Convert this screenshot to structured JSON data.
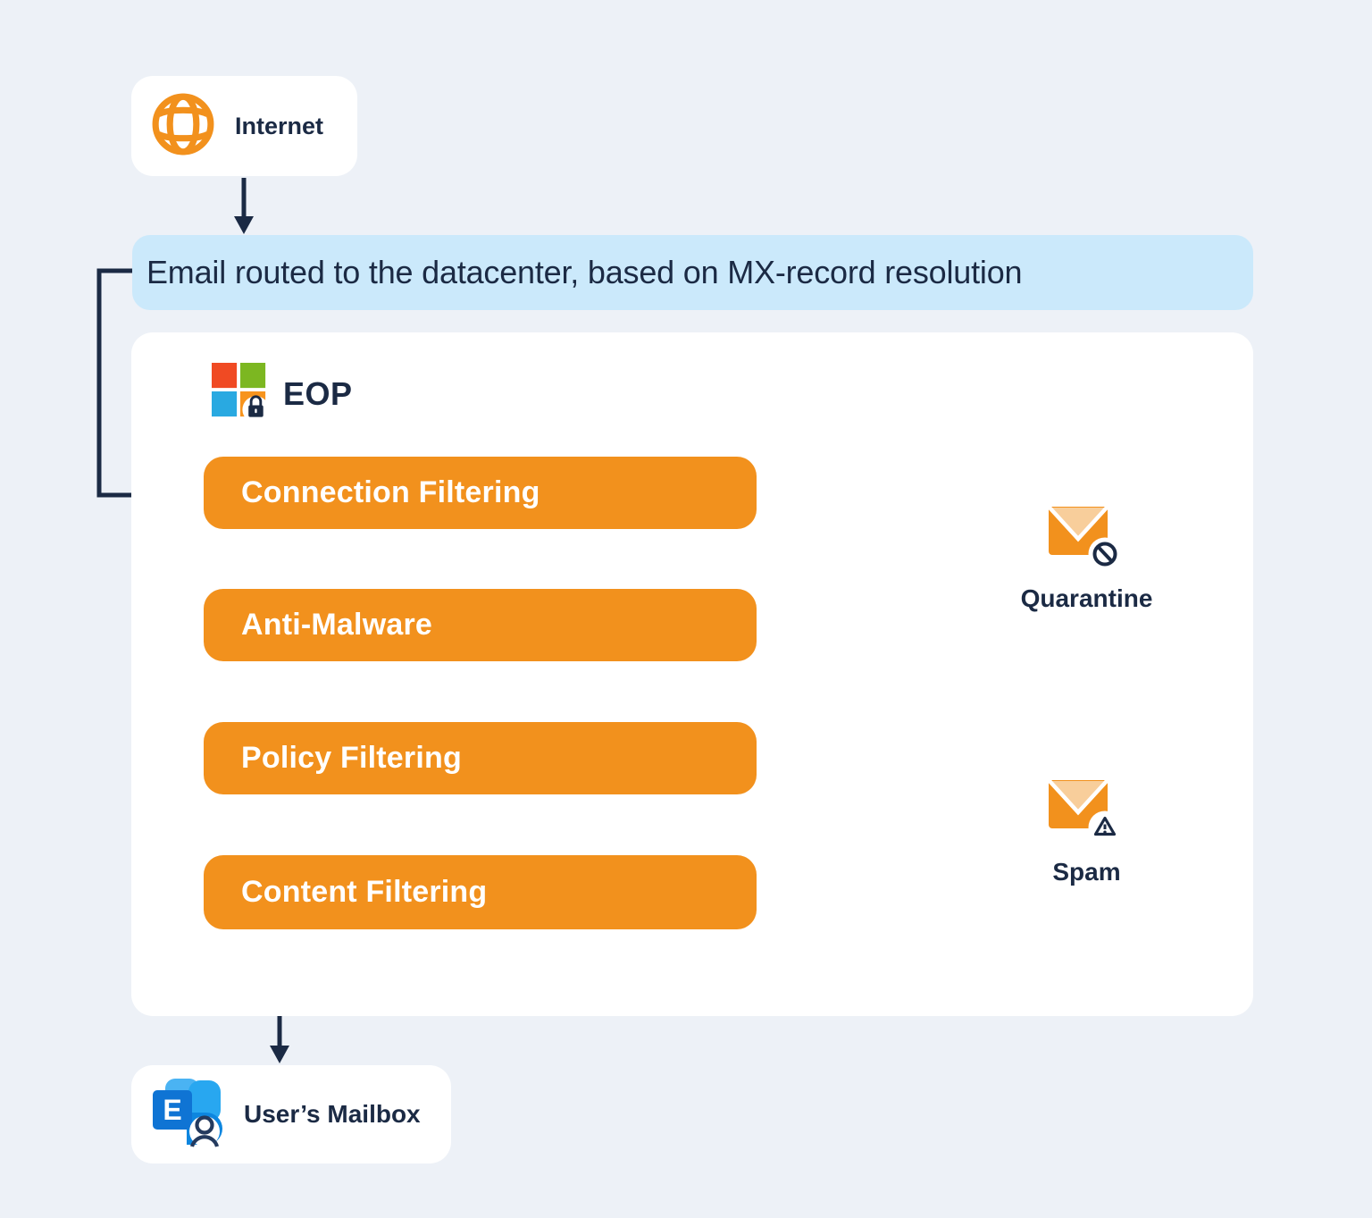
{
  "diagram": {
    "internet": {
      "label": "Internet",
      "icon": "globe-icon"
    },
    "routing_note": {
      "text": "Email routed to the datacenter, based on MX-record resolution"
    },
    "eop": {
      "label": "EOP",
      "icon": "microsoft-lock-icon",
      "stages": [
        {
          "label": "Connection Filtering"
        },
        {
          "label": "Anti-Malware"
        },
        {
          "label": "Policy Filtering"
        },
        {
          "label": "Content Filtering"
        }
      ]
    },
    "outcomes": [
      {
        "label": "Quarantine",
        "icon": "blocked-email-icon"
      },
      {
        "label": "Spam",
        "icon": "spam-warning-email-icon"
      }
    ],
    "mailbox": {
      "label": "User’s Mailbox",
      "icon": "exchange-user-icon"
    }
  },
  "colors": {
    "page_background": "#EDF1F7",
    "accent_orange": "#F2911D",
    "dashed_border_orange": "#F6941E",
    "envelope_flap": "#F8CE9B",
    "navy_text": "#1B2A44",
    "banner_blue": "#CBE9FB",
    "ms_red": "#F04A23",
    "ms_green": "#7CB721",
    "ms_blue": "#29A9E1",
    "ms_orange": "#F7941E",
    "exchange_blue": "#0F74D4",
    "exchange_light_blue": "#4AB3F3"
  }
}
